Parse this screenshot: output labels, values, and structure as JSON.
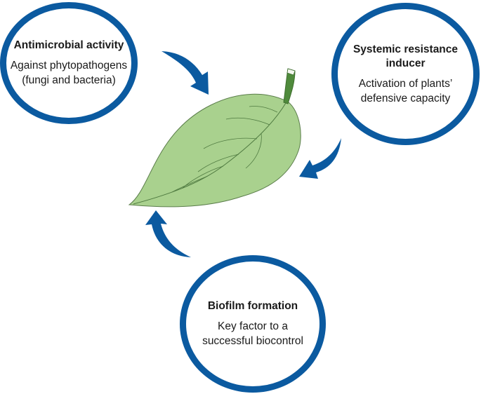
{
  "nodes": {
    "antimicrobial": {
      "title": "Antimicrobial activity",
      "desc_line1": "Against phytopathogens",
      "desc_line2": "(fungi and bacteria)"
    },
    "systemic": {
      "title_line1": "Systemic resistance",
      "title_line2": "inducer",
      "desc_line1": "Activation of plants’",
      "desc_line2": "defensive capacity"
    },
    "biofilm": {
      "title": "Biofilm formation",
      "desc_line1": "Key factor to a",
      "desc_line2": "successful biocontrol"
    }
  },
  "colors": {
    "ring": "#0b5aa0",
    "arrow": "#0b5aa0",
    "leaf_fill": "#a9d18e",
    "leaf_stroke": "#5a7d4a",
    "stem_fill": "#4f8a3c"
  },
  "icons": {
    "leaf": "leaf-icon",
    "arrows": "curved-arrow-icon"
  }
}
